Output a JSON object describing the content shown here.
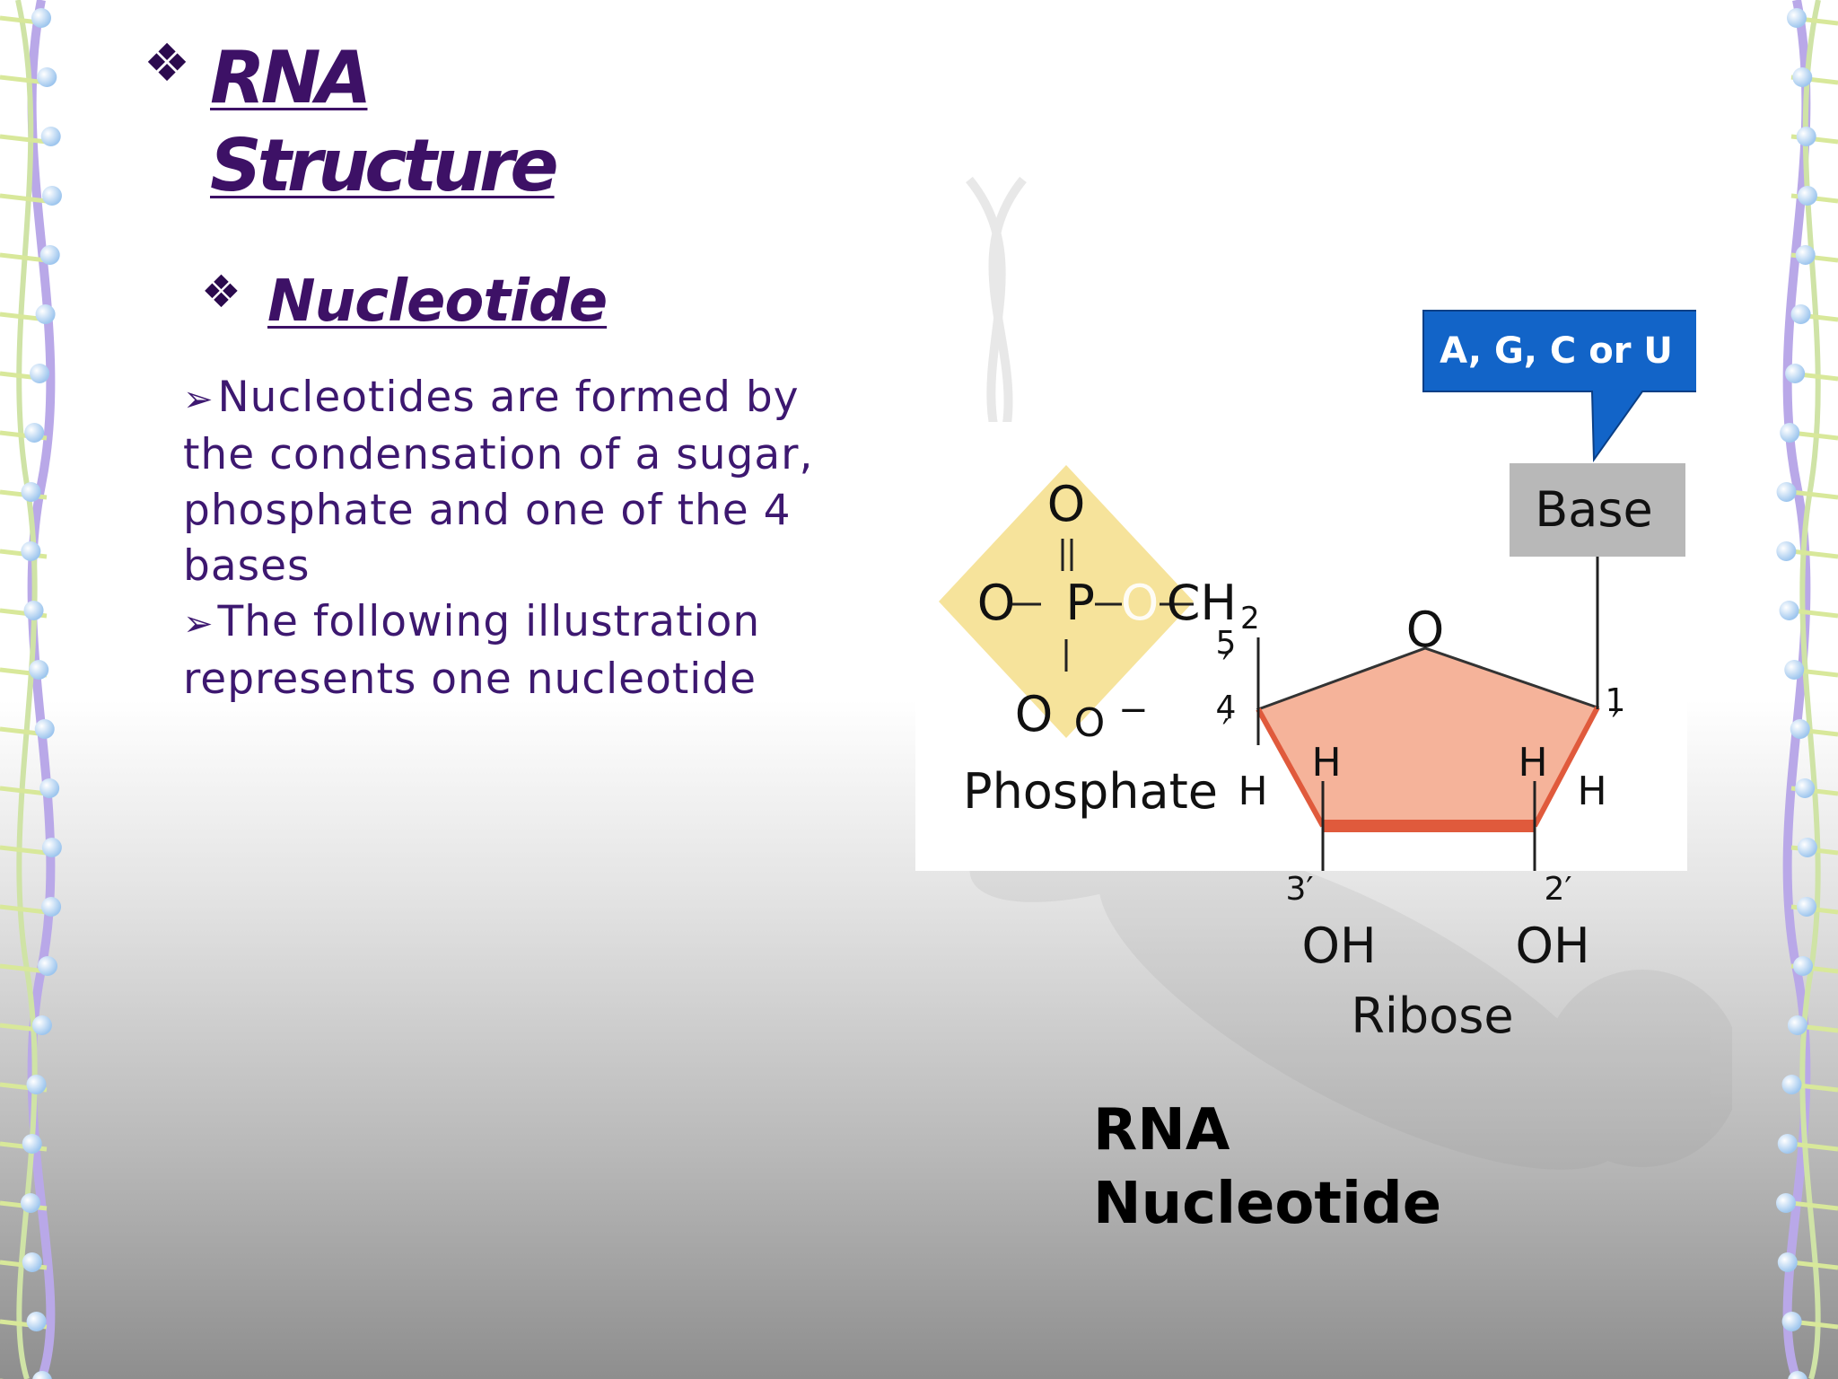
{
  "slide": {
    "title": "RNA Structure",
    "subtitle": "Nucleotide",
    "bullets": [
      "Nucleotides are formed by the condensation of a sugar, phosphate and one of the 4 bases",
      "The following illustration represents one nucleotide"
    ],
    "bullet_icon": "diamond-bullet-icon",
    "sub_bullet_icon": "arrow-bullet-icon"
  },
  "diagram": {
    "callout": "A, G, C or U",
    "base_label": "Base",
    "phosphate_label": "Phosphate",
    "ribose_label": "Ribose",
    "atoms": {
      "o_top": "O",
      "o_left": "O",
      "p": "P",
      "o_bridge": "O",
      "ch2": "CH",
      "ch2_sub": "2",
      "o_bottom": "O",
      "o_minus": "O",
      "minus": "−",
      "ring_o": "O",
      "h_c4": "H",
      "h_c3": "H",
      "h_c2": "H",
      "h_c1": "H",
      "oh_3": "OH",
      "oh_2": "OH"
    },
    "positions": {
      "p5": "5",
      "p4": "4",
      "p3": "3′",
      "p2": "2′",
      "p1": "1",
      "prime": "′"
    },
    "colors": {
      "callout_fill": "#1264c8",
      "base_box": "#b8b8b8",
      "phosphate_diamond": "#f3da7a",
      "ribose_fill": "#f5b39a",
      "ribose_edge": "#e05a3c",
      "title_purple": "#3d1166"
    }
  },
  "caption": {
    "line1": "RNA",
    "line2": "Nucleotide"
  }
}
